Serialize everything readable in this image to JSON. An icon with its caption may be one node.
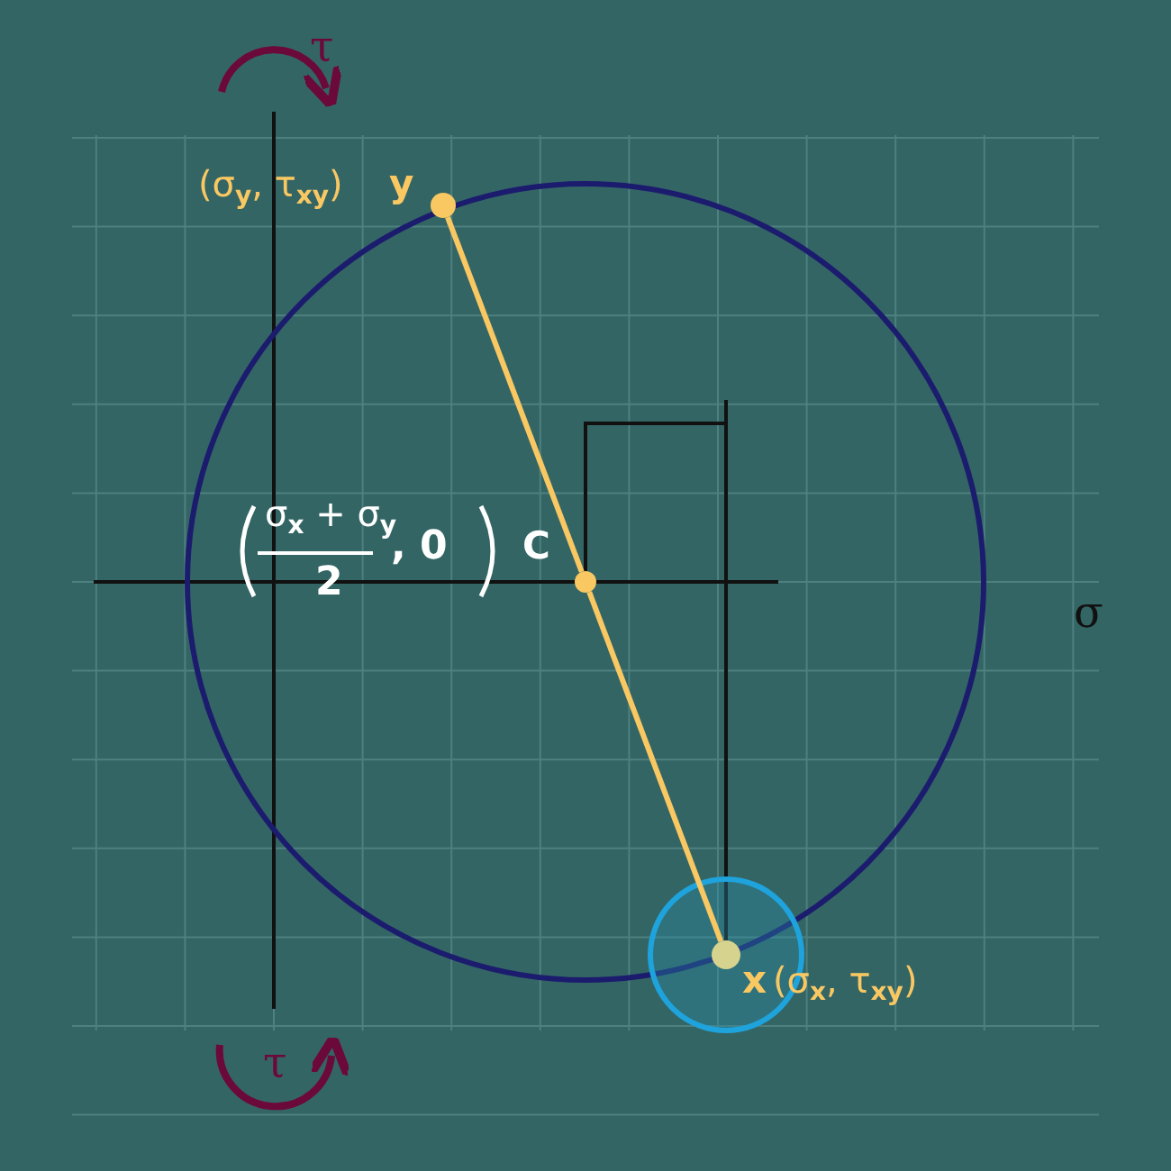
{
  "diagram": {
    "nodes": [
      {
        "text": [
          "y"
        ],
        "beside": [
          "(σ$_{y}$, τ$_{xy}$)"
        ]
      },
      {
        "text": [
          "C"
        ],
        "beside": [
          "σ$_{x}$ + σ$_{y}$",
          "2",
          ", 0"
        ]
      },
      {
        "text": [
          "x"
        ],
        "beside": [
          "(σ$_{x}$, τ$_{xy}$)"
        ]
      }
    ],
    "edges": [
      {
        "from": 0,
        "to": 1,
        "arrow": "none"
      },
      {
        "from": 1,
        "to": 2,
        "arrow": "none"
      }
    ],
    "labels": [
      "τ",
      "σ",
      "τ"
    ]
  }
}
